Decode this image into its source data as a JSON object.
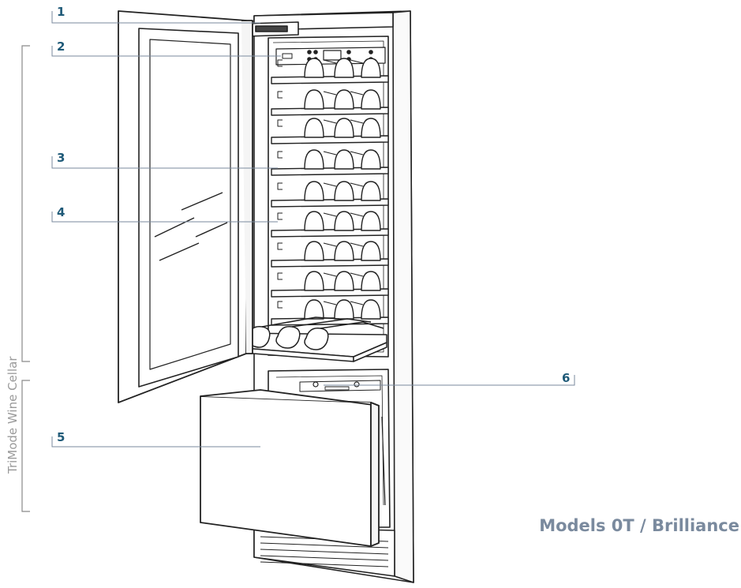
{
  "colors": {
    "callout": "#1f5a78",
    "title": "#7a8a9e",
    "side": "#9a9a9a",
    "ink": "#222222"
  },
  "callouts": [
    {
      "id": "1",
      "text": "1"
    },
    {
      "id": "2",
      "text": "2"
    },
    {
      "id": "3",
      "text": "3"
    },
    {
      "id": "4",
      "text": "4"
    },
    {
      "id": "5",
      "text": "5"
    },
    {
      "id": "6",
      "text": "6"
    }
  ],
  "side_label": "TriMode Wine Cellar",
  "models_title": "Models 0T / Brilliance"
}
